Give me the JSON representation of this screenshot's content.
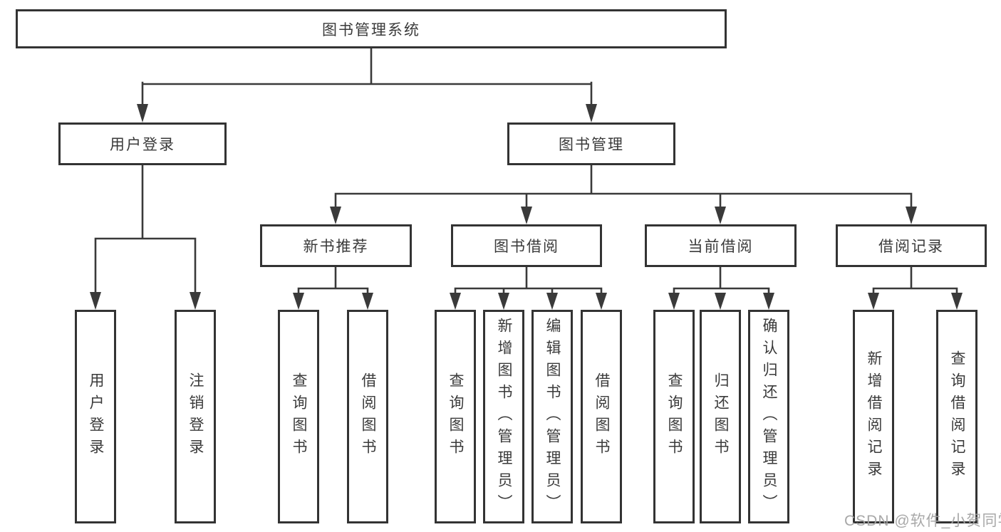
{
  "colors": {
    "background": "#ffffff",
    "box_border": "#333333",
    "box_fill": "#ffffff",
    "connector_line": "#3a3a3a",
    "text": "#3a3a3a",
    "watermark_text": "#a3a3a3"
  },
  "diagram": {
    "root": {
      "label": "图书管理系统"
    },
    "level2": [
      {
        "label": "用户登录",
        "children": [
          {
            "label": "用户登录"
          },
          {
            "label": "注销登录"
          }
        ]
      },
      {
        "label": "图书管理",
        "children": [
          {
            "label": "新书推荐",
            "children": [
              {
                "label": "查询图书"
              },
              {
                "label": "借阅图书"
              }
            ]
          },
          {
            "label": "图书借阅",
            "children": [
              {
                "label": "查询图书"
              },
              {
                "label": "新增图书（管理员）"
              },
              {
                "label": "编辑图书（管理员）"
              },
              {
                "label": "借阅图书"
              }
            ]
          },
          {
            "label": "当前借阅",
            "children": [
              {
                "label": "查询图书"
              },
              {
                "label": "归还图书"
              },
              {
                "label": "确认归还（管理员）"
              }
            ]
          },
          {
            "label": "借阅记录",
            "children": [
              {
                "label": "新增借阅记录"
              },
              {
                "label": "查询借阅记录"
              }
            ]
          }
        ]
      }
    ]
  },
  "watermark": {
    "text": "CSDN @软件_小贺同学"
  }
}
